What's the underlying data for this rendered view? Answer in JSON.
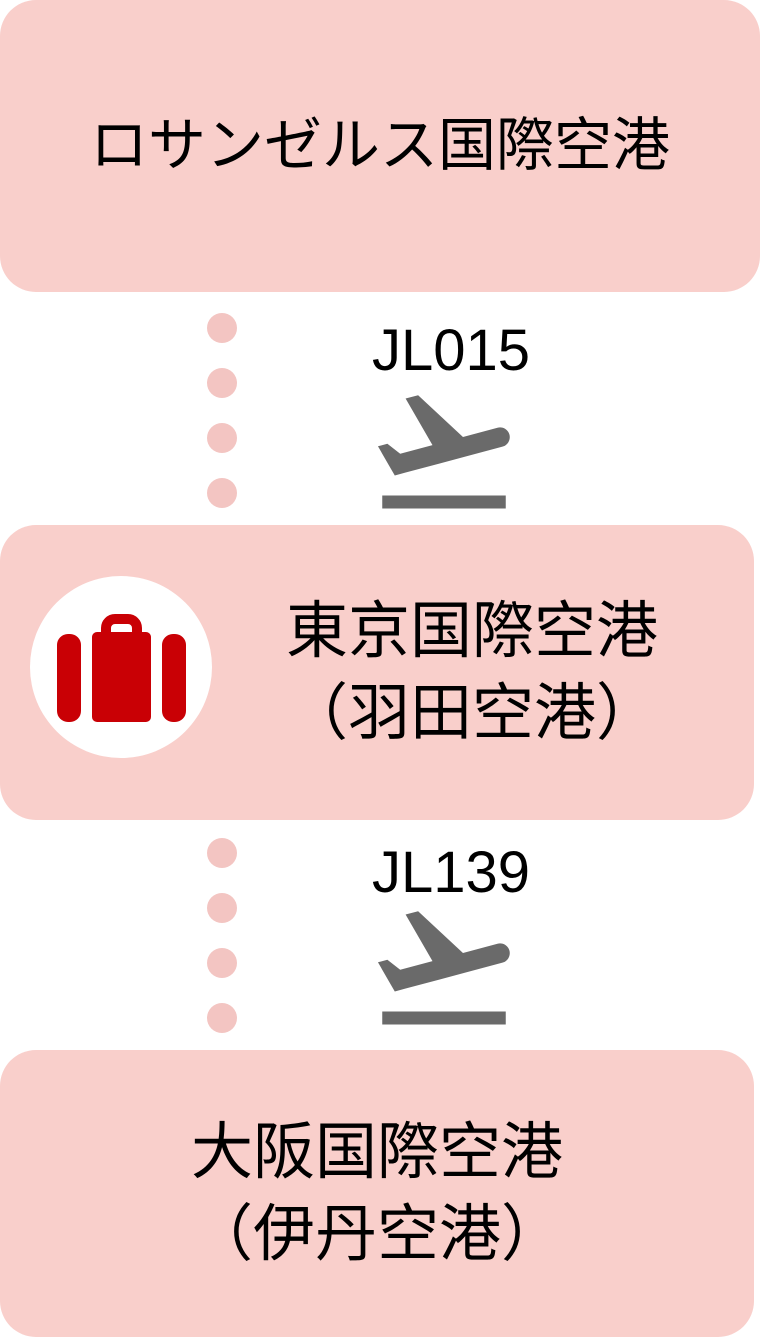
{
  "colors": {
    "page_bg": "#ffffff",
    "box_bg": "#f9cfcb",
    "dot": "#f3c5c2",
    "baggage_red": "#c90005",
    "plane_gray": "#6a6a6a",
    "icon_circle_bg": "#ffffff",
    "text": "#000000"
  },
  "itinerary": {
    "stops": [
      {
        "title": "ロサンゼルス国際空港",
        "subtitle": ""
      },
      {
        "title": "東京国際空港",
        "subtitle": "（羽田空港）",
        "badge_icon": "baggage-icon"
      },
      {
        "title": "大阪国際空港",
        "subtitle": "（伊丹空港）"
      }
    ],
    "segments": [
      {
        "flight_number": "JL015",
        "icon": "flight-takeoff-icon"
      },
      {
        "flight_number": "JL139",
        "icon": "flight-takeoff-icon"
      }
    ]
  }
}
